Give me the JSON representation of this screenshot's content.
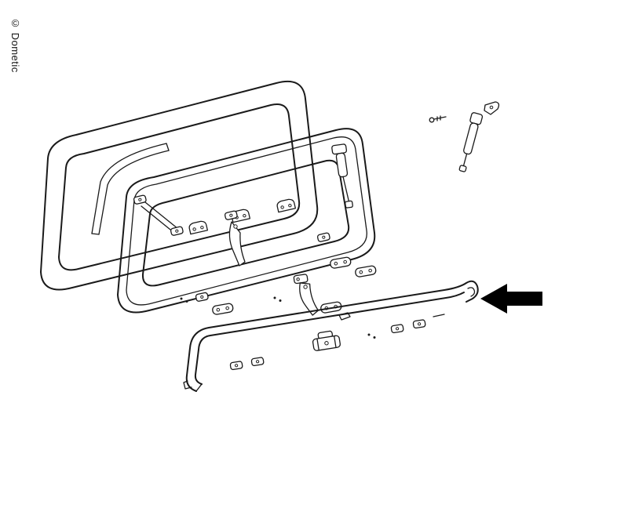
{
  "copyright": "© Dometic",
  "colors": {
    "line": "#1a1a1a",
    "arrow": "#000000",
    "background": "#ffffff"
  },
  "diagram": {
    "type": "exploded-parts-line-drawing",
    "subject": "window-assembly",
    "highlighted_part": "bottom-rail",
    "annotation": "indicator-arrow",
    "parts": [
      "outer-frame",
      "corner-seal-strip",
      "inner-frame-with-seal",
      "hinge-fittings",
      "left-window-stay",
      "center-latch",
      "right-window-stay",
      "exploded-stay-kit",
      "bracket-plates",
      "screw-sets",
      "latch-assembly",
      "bottom-rail",
      "rail-brackets",
      "indicator-arrow"
    ]
  }
}
